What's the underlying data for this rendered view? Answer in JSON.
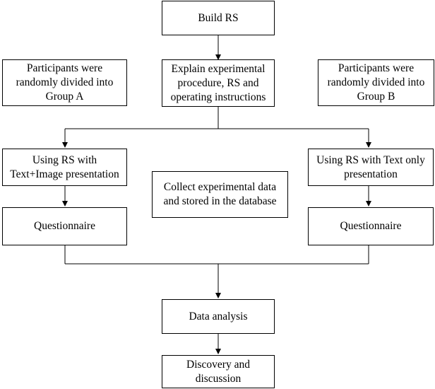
{
  "nodes": {
    "build_rs": "Build RS",
    "group_a": "Participants were\nrandomly divided into\nGroup A",
    "explain": "Explain  experimental\nprocedure, RS and\noperating instructions",
    "group_b": "Participants were\nrandomly divided into\nGroup B",
    "using_text_image": "Using RS with\nText+Image presentation",
    "collect": "Collect experimental data\nand stored in the database",
    "using_text_only": "Using RS with Text only\npresentation",
    "questionnaire_a": "Questionnaire",
    "questionnaire_b": "Questionnaire",
    "data_analysis": "Data analysis",
    "discovery": "Discovery and\ndiscussion"
  }
}
